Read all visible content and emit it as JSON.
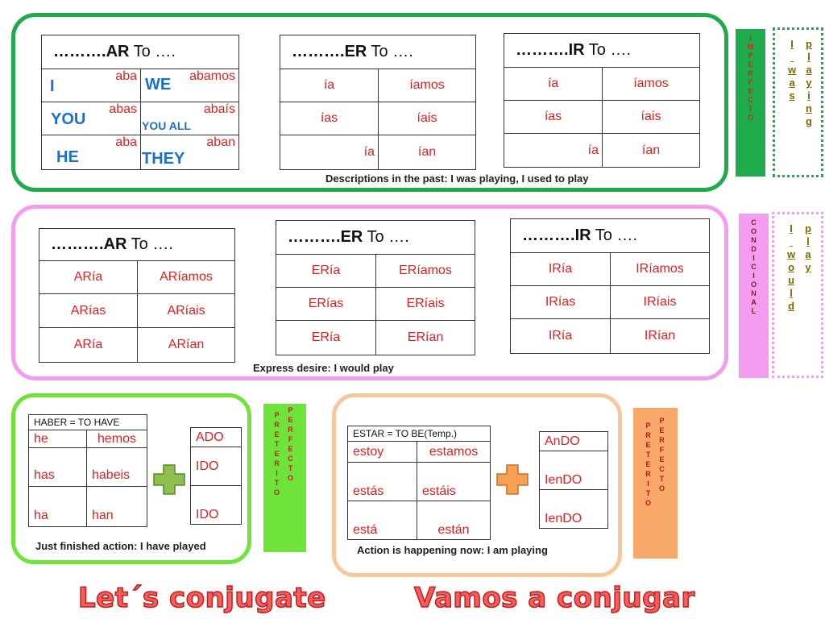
{
  "imperfect": {
    "ar": {
      "title_dots": "……….",
      "title_ending": "AR",
      "title_rest": " To ….",
      "rows": [
        [
          "aba",
          "abamos"
        ],
        [
          "abas",
          "abaís"
        ],
        [
          "aba",
          "aban"
        ]
      ],
      "pronouns": [
        "I",
        "WE",
        "YOU",
        "YOU ALL",
        "HE",
        "THEY"
      ]
    },
    "er": {
      "title_dots": "……….",
      "title_ending": "ER",
      "title_rest": " To ….",
      "rows": [
        [
          "ía",
          "íamos"
        ],
        [
          "ías",
          "íais"
        ],
        [
          "ía",
          "ían"
        ]
      ]
    },
    "ir": {
      "title_dots": "……….",
      "title_ending": "IR",
      "title_rest": " To ….",
      "rows": [
        [
          "ía",
          "íamos"
        ],
        [
          "ías",
          "íais"
        ],
        [
          "ía",
          "ían"
        ]
      ]
    },
    "caption": "Descriptions in the past: I was playing, I used to play",
    "side_label": [
      "I",
      "M",
      "P",
      "E",
      "R",
      "F",
      "E",
      "C",
      "T",
      "O"
    ],
    "side_phrase_col1": [
      "I",
      "",
      "w",
      "a",
      "s"
    ],
    "side_phrase_col2": [
      "p",
      "l",
      "a",
      "y",
      "i",
      "n",
      "g"
    ]
  },
  "conditional": {
    "ar": {
      "title_dots": "……….",
      "title_ending": "AR",
      "title_rest": " To ….",
      "rows": [
        [
          "ARía",
          "ARíamos"
        ],
        [
          "ARías",
          "ARíais"
        ],
        [
          "ARía",
          "ARían"
        ]
      ]
    },
    "er": {
      "title_dots": "……….",
      "title_ending": "ER",
      "title_rest": " To ….",
      "rows": [
        [
          "ERía",
          "ERíamos"
        ],
        [
          "ERías",
          "ERíais"
        ],
        [
          "ERía",
          "ERían"
        ]
      ]
    },
    "ir": {
      "title_dots": "……….",
      "title_ending": "IR",
      "title_rest": " To ….",
      "rows": [
        [
          "IRía",
          "IRíamos"
        ],
        [
          "IRías",
          "IRíais"
        ],
        [
          "IRía",
          "IRían"
        ]
      ]
    },
    "caption": "Express desire: I would play",
    "side_label": [
      "C",
      "O",
      "N",
      "D",
      "I",
      "C",
      "I",
      "O",
      "N",
      "A",
      "L"
    ],
    "side_phrase_col1": [
      "I",
      "",
      "w",
      "o",
      "u",
      "l",
      "d"
    ],
    "side_phrase_col2": [
      "p",
      "l",
      "a",
      "y"
    ]
  },
  "preterite_perfect": {
    "header": "HABER  = TO HAVE",
    "rows": [
      [
        "he",
        "hemos"
      ],
      [
        "has",
        "habeis"
      ],
      [
        "ha",
        "han"
      ]
    ],
    "endings": [
      "ADO",
      "IDO",
      "IDO"
    ],
    "caption": "Just finished action: I have played",
    "side_col1": [
      "P",
      "R",
      "E",
      "T",
      "E",
      "R",
      "I",
      "T",
      "O"
    ],
    "side_col2": [
      "P",
      "E",
      "R",
      "F",
      "E",
      "C",
      "T",
      "O"
    ],
    "plus_color": "#8fbf4f"
  },
  "progressive": {
    "header": "ESTAR  = TO BE(Temp.)",
    "rows": [
      [
        "estoy",
        "estamos"
      ],
      [
        "estás",
        "estáis"
      ],
      [
        "está",
        "están"
      ]
    ],
    "endings": [
      "AnDO",
      "IenDO",
      "IenDO"
    ],
    "caption": "Action is happening now: I am playing",
    "side_col1": [
      "P",
      "R",
      "E",
      "T",
      "E",
      "R",
      "I",
      "T",
      "O"
    ],
    "side_col2": [
      "P",
      "E",
      "R",
      "F",
      "E",
      "C",
      "T",
      "O"
    ],
    "plus_color": "#f7a054"
  },
  "titles": {
    "left": "Let´s conjugate",
    "right": "Vamos a conjugar"
  },
  "colors": {
    "imperfect_border": "#1faa4b",
    "conditional_border": "#f39cf0",
    "preterite_border": "#6ee33a",
    "progressive_border": "#f8c79b",
    "ending_red": "#e02020",
    "pronoun_blue": "#1a6fcf",
    "title_red": "#ff5a5a"
  }
}
